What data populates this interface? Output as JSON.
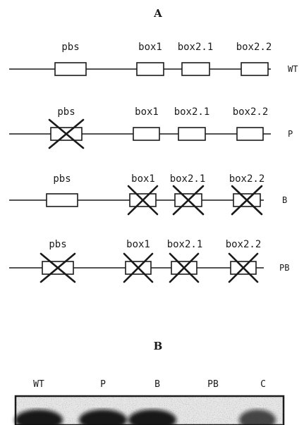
{
  "panel_a_label": "A",
  "panel_b_label": "B",
  "constructs": [
    {
      "name": "WT",
      "elements": [
        {
          "label": "pbs",
          "mutated": false
        },
        {
          "label": "box1",
          "mutated": false
        },
        {
          "label": "box2.1",
          "mutated": false
        },
        {
          "label": "box2.2",
          "mutated": false
        }
      ]
    },
    {
      "name": "P",
      "elements": [
        {
          "label": "pbs",
          "mutated": true
        },
        {
          "label": "box1",
          "mutated": false
        },
        {
          "label": "box2.1",
          "mutated": false
        },
        {
          "label": "box2.2",
          "mutated": false
        }
      ]
    },
    {
      "name": "B",
      "elements": [
        {
          "label": "pbs",
          "mutated": false
        },
        {
          "label": "box1",
          "mutated": true
        },
        {
          "label": "box2.1",
          "mutated": true
        },
        {
          "label": "box2.2",
          "mutated": true
        }
      ]
    },
    {
      "name": "PB",
      "elements": [
        {
          "label": "pbs",
          "mutated": true
        },
        {
          "label": "box1",
          "mutated": true
        },
        {
          "label": "box2.1",
          "mutated": true
        },
        {
          "label": "box2.2",
          "mutated": true
        }
      ]
    }
  ],
  "gel_lanes": [
    {
      "label": "WT",
      "band_intensity": "strong"
    },
    {
      "label": "P",
      "band_intensity": "strong"
    },
    {
      "label": "B",
      "band_intensity": "strong"
    },
    {
      "label": "PB",
      "band_intensity": "none"
    },
    {
      "label": "C",
      "band_intensity": "weak"
    }
  ]
}
